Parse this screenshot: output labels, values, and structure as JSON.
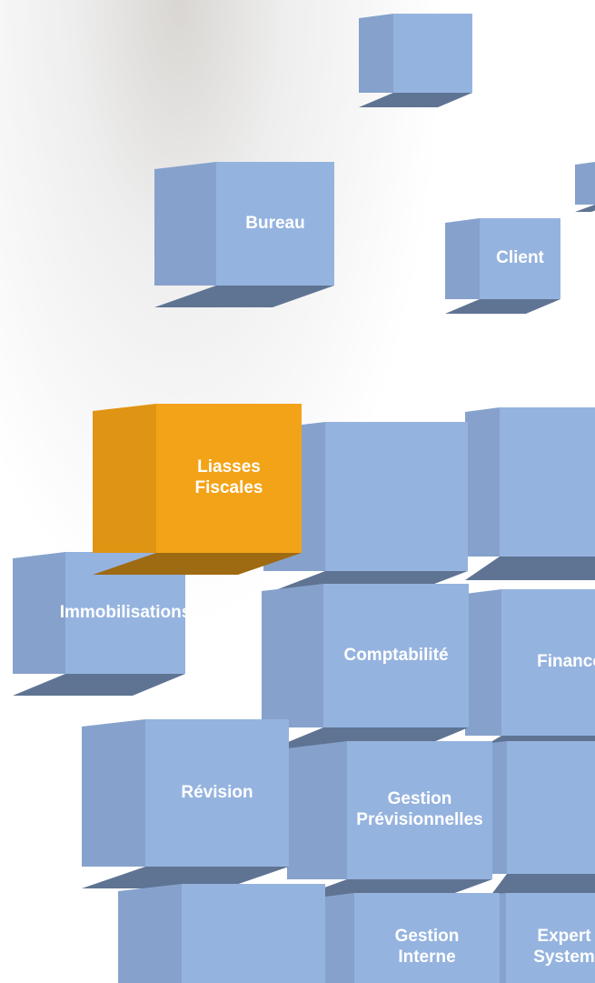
{
  "cubes": {
    "top": {
      "label": ""
    },
    "bureau": {
      "label": "Bureau"
    },
    "client": {
      "label": "Client"
    },
    "edge_small": {
      "label": ""
    },
    "liasses": {
      "label": "Liasses\nFiscales"
    },
    "middle_top": {
      "label": ""
    },
    "right_top": {
      "label": ""
    },
    "immobilisations": {
      "label": "Immobilisations"
    },
    "comptabilite": {
      "label": "Comptabilité"
    },
    "finance": {
      "label": "Finance"
    },
    "revision": {
      "label": "Révision"
    },
    "gestion_prev": {
      "label": "Gestion\nPrévisionnelles"
    },
    "right_mid": {
      "label": ""
    },
    "bottom_left": {
      "label": ""
    },
    "gestion_interne": {
      "label": "Gestion\nInterne"
    },
    "expert": {
      "label": "Expert\nSystem"
    }
  },
  "colors": {
    "cube_front": "#95b3df",
    "cube_side": "#86a2cc",
    "cube_bottom": "#5f7493",
    "highlight_front": "#f3a317",
    "highlight_side": "#e09413",
    "highlight_bottom": "#9e6a12",
    "label_text": "#ffffff"
  }
}
